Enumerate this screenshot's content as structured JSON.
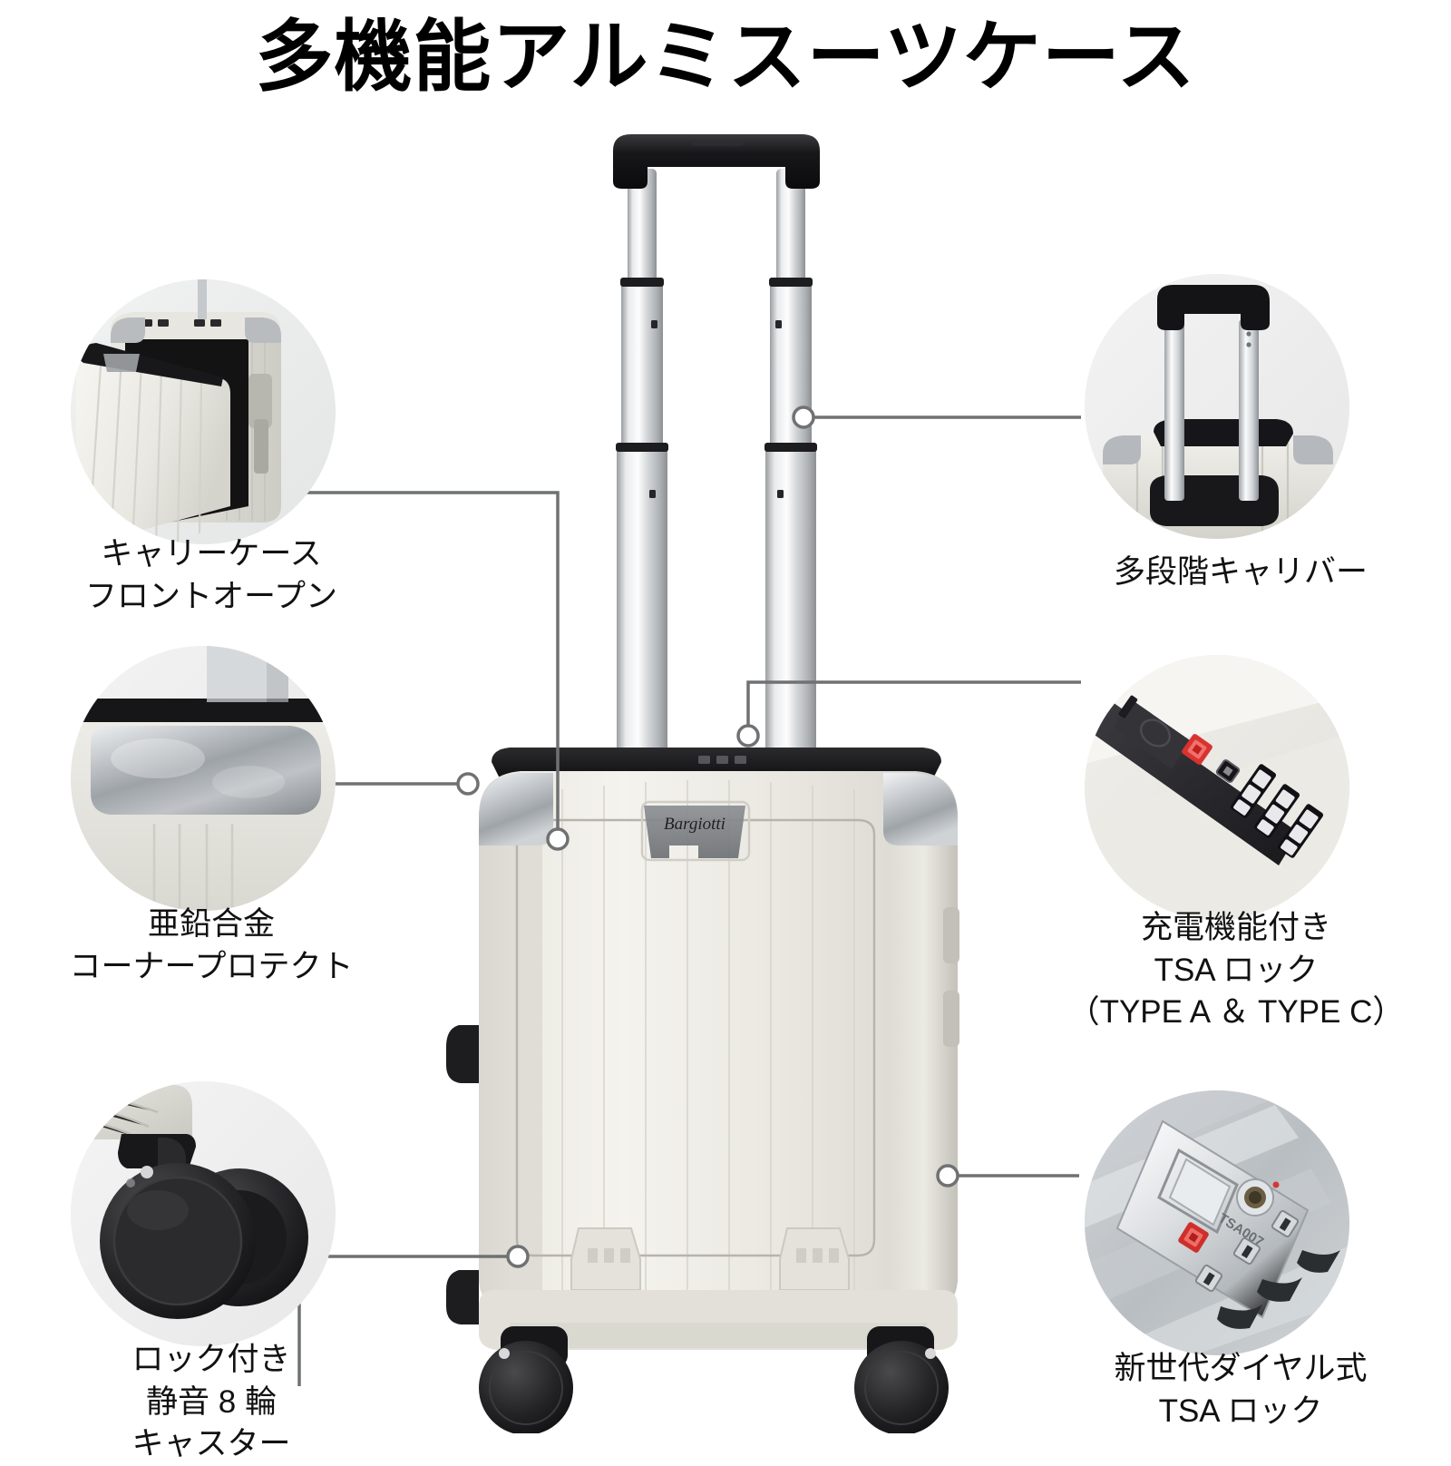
{
  "page": {
    "title": "多機能アルミスーツケース",
    "background": "#ffffff",
    "line_color": "#6f7172",
    "text_color": "#111111"
  },
  "features": [
    {
      "id": "front-open",
      "side": "left",
      "caption_lines": [
        "キャリーケース",
        "フロントオープン"
      ],
      "inset_name": "front-open-photo",
      "inset_alt": "suitcase front compartment opened"
    },
    {
      "id": "corner-protect",
      "side": "left",
      "caption_lines": [
        "亜鉛合金",
        "コーナープロテクト"
      ],
      "inset_name": "corner-protector-photo",
      "inset_alt": "zinc alloy corner protector closeup"
    },
    {
      "id": "spinner-wheels",
      "side": "left",
      "caption_lines": [
        "ロック付き",
        "静音 8 輪",
        "キャスター"
      ],
      "inset_name": "caster-wheel-photo",
      "inset_alt": "black silent spinner caster wheel"
    },
    {
      "id": "telescoping-handle",
      "side": "right",
      "caption_lines": [
        "多段階キャリバー"
      ],
      "inset_name": "telescoping-handle-photo",
      "inset_alt": "multi stage telescoping trolley handle"
    },
    {
      "id": "tsa-lock-usb",
      "side": "right",
      "caption_lines": [
        "充電機能付き",
        "TSA ロック",
        "（TYPE A ＆ TYPE C）"
      ],
      "inset_name": "tsa-usb-lock-photo",
      "inset_alt": "black TSA lock panel with USB charging ports"
    },
    {
      "id": "tsa-dial-lock",
      "side": "right",
      "caption_lines": [
        "新世代ダイヤル式",
        "TSA ロック"
      ],
      "inset_name": "tsa-dial-lock-photo",
      "inset_alt": "silver next generation dial TSA lock",
      "lock_code": "TSA007"
    }
  ],
  "hero": {
    "name": "aluminum-suitcase-front-view",
    "brand_mark": "Bargiotti",
    "body_color": "#e8e7e1",
    "corner_color": "#b9bcbf",
    "handle_color": "#1b1b1d"
  }
}
